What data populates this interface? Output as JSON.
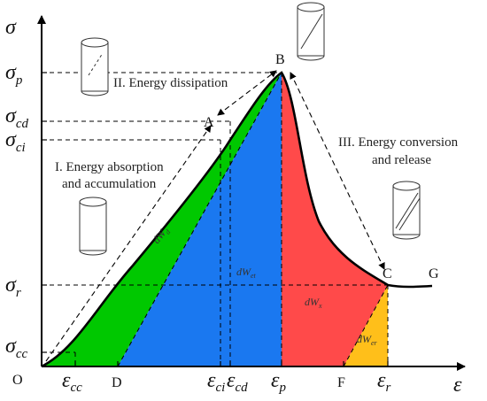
{
  "axes": {
    "y_symbol": "σ",
    "x_symbol": "ε",
    "origin": "O"
  },
  "y_ticks": [
    {
      "base": "σ",
      "sub": "p"
    },
    {
      "base": "σ",
      "sub": "cd"
    },
    {
      "base": "σ",
      "sub": "ci"
    },
    {
      "base": "σ",
      "sub": "r"
    },
    {
      "base": "σ",
      "sub": "cc"
    }
  ],
  "x_ticks": {
    "eps_cc": {
      "base": "ε",
      "sub": "cc"
    },
    "D": "D",
    "eps_ci": {
      "base": "ε",
      "sub": "ci"
    },
    "eps_cd": {
      "base": "ε",
      "sub": "cd"
    },
    "eps_p": {
      "base": "ε",
      "sub": "p"
    },
    "F": "F",
    "eps_r": {
      "base": "ε",
      "sub": "r"
    }
  },
  "points": {
    "A": "A",
    "B": "B",
    "C": "C",
    "G": "G"
  },
  "stages": {
    "stage1_line1": "I. Energy absorption",
    "stage1_line2": "and accumulation",
    "stage2": "II. Energy dissipation",
    "stage3_line1": "III. Energy conversion",
    "stage3_line2": "and release"
  },
  "areas": {
    "green": "dW",
    "green_sub": "d",
    "blue": "dW",
    "blue_sub": "et",
    "red": "dW",
    "red_sub": "x",
    "orange": "dW",
    "orange_sub": "er"
  },
  "colors": {
    "green": "#00c800",
    "blue": "#1a78f0",
    "red": "#ff4a4a",
    "orange": "#ffbf1a",
    "curve": "#000000"
  }
}
